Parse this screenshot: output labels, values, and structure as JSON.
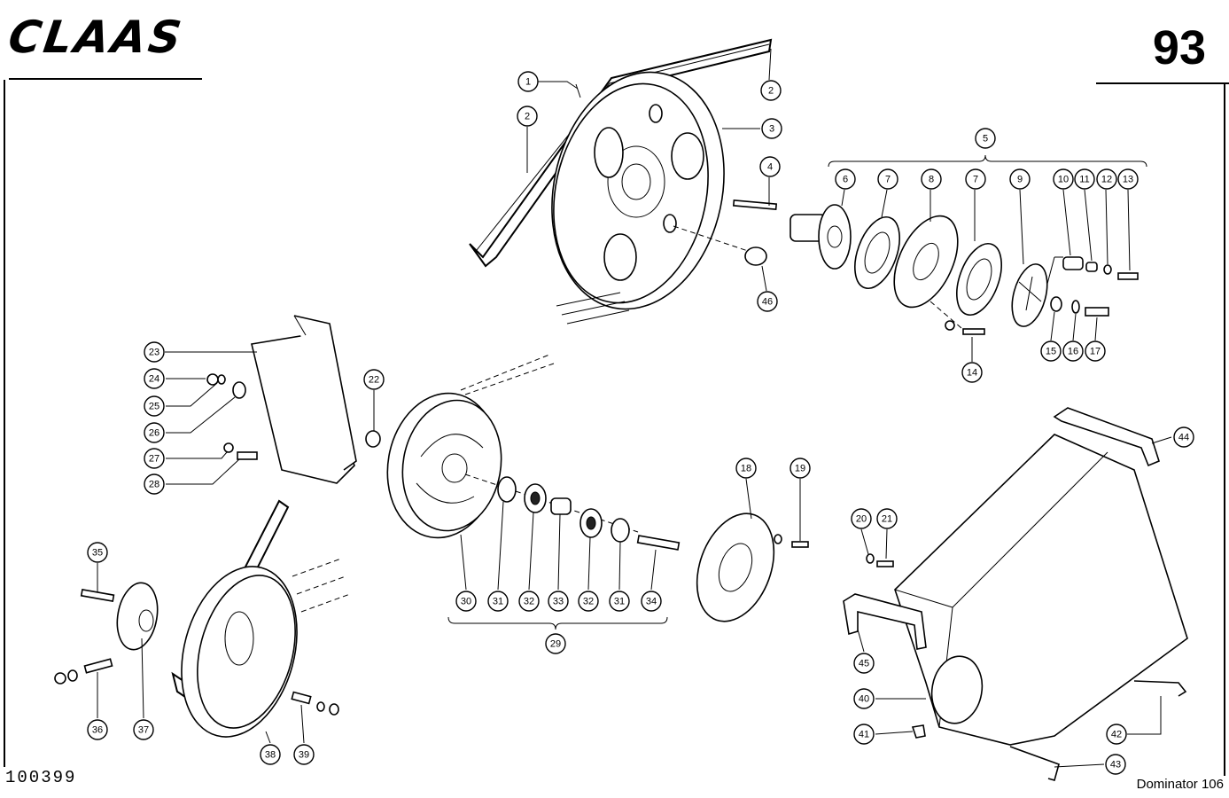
{
  "header": {
    "brand": "CLAAS",
    "page_number": "93"
  },
  "footer": {
    "drawing_number": "100399",
    "model": "Dominator 106"
  },
  "callouts": [
    "1",
    "2",
    "2",
    "3",
    "4",
    "46",
    "5",
    "6",
    "7",
    "8",
    "7",
    "9",
    "10",
    "11",
    "12",
    "13",
    "14",
    "15",
    "16",
    "17",
    "22",
    "23",
    "24",
    "25",
    "26",
    "27",
    "28",
    "29",
    "30",
    "31",
    "32",
    "33",
    "32",
    "31",
    "34",
    "18",
    "19",
    "20",
    "21",
    "44",
    "45",
    "40",
    "41",
    "42",
    "43",
    "35",
    "36",
    "37",
    "38",
    "39"
  ],
  "colors": {
    "ink": "#000000",
    "paper": "#ffffff"
  }
}
